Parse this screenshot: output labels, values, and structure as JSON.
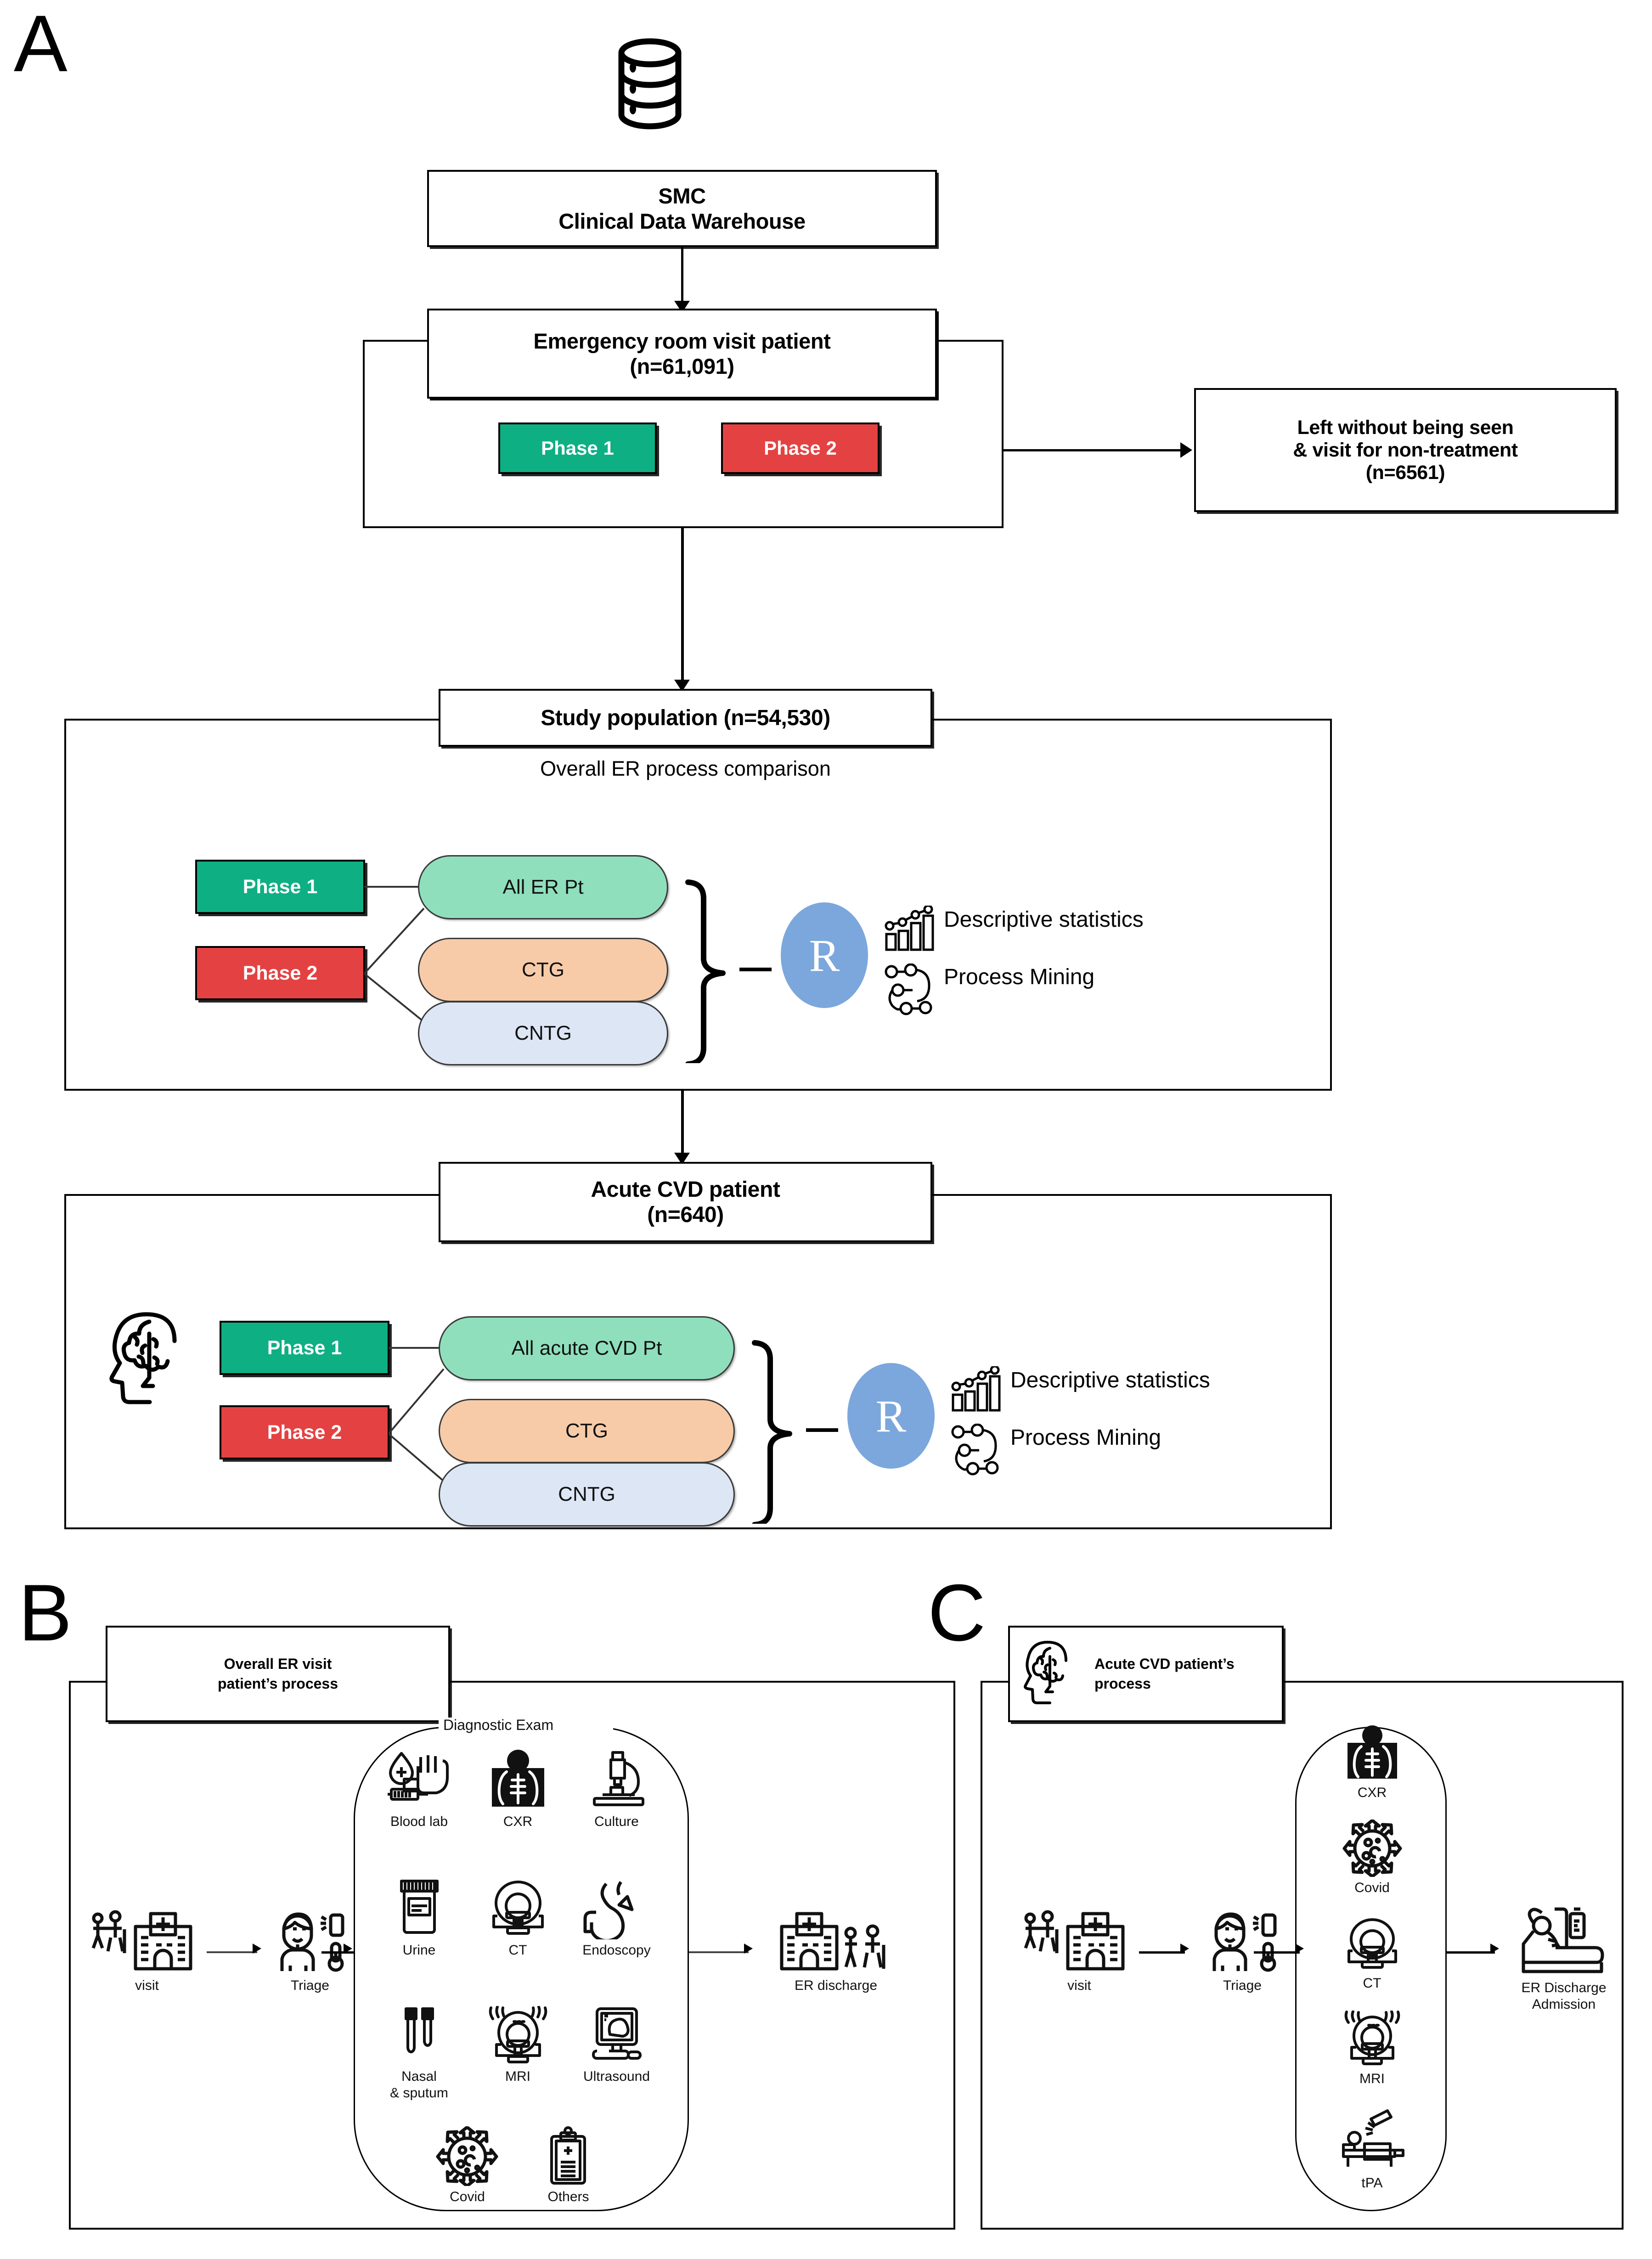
{
  "panels": {
    "a": {
      "letter": "A"
    },
    "b": {
      "letter": "B",
      "header": "Overall ER visit\npatient's process",
      "header_line1": "Overall ER visit",
      "header_line2": "patient’s process",
      "section_title": "Diagnostic Exam"
    },
    "c": {
      "letter": "C",
      "header_line1": "Acute CVD patient’s",
      "header_line2": "process"
    }
  },
  "flow": {
    "source": {
      "line1": "SMC",
      "line2": "Clinical Data Warehouse",
      "icon": "database-icon"
    },
    "er_visit": {
      "line1": "Emergency room visit patient",
      "line2": "(n=61,091)"
    },
    "excluded": {
      "line1": "Left without being seen",
      "line2": "& visit for non-treatment",
      "line3": "(n=6561)"
    },
    "study_population": {
      "title": "Study population (n=54,530)",
      "subtitle": "Overall ER process comparison"
    },
    "acute_cvd": {
      "line1": "Acute CVD patient",
      "line2": "(n=640)"
    }
  },
  "phases": {
    "phase1": {
      "label": "Phase 1",
      "color": "#0FAF84"
    },
    "phase2": {
      "label": "Phase 2",
      "color": "#E44242"
    }
  },
  "groups_overall": [
    {
      "label": "All ER Pt",
      "color": "#8FDFBD"
    },
    {
      "label": "CTG",
      "color": "#F7CBA8"
    },
    {
      "label": "CNTG",
      "color": "#DCE6F4"
    }
  ],
  "groups_cvd": [
    {
      "label": "All acute CVD Pt",
      "color": "#8FDFBD"
    },
    {
      "label": "CTG",
      "color": "#F7CBA8"
    },
    {
      "label": "CNTG",
      "color": "#DCE6F4"
    }
  ],
  "analysis": {
    "tool": "R",
    "tool_color": "#7BA7DC",
    "items": [
      {
        "label": "Descriptive statistics",
        "icon": "bar-chart-icon"
      },
      {
        "label": "Process Mining",
        "icon": "process-graph-icon"
      }
    ]
  },
  "process_b": {
    "start": [
      {
        "label": "visit",
        "icon": "hospital-visit-icon"
      },
      {
        "label": "Triage",
        "icon": "triage-nurse-icon"
      }
    ],
    "exams": [
      {
        "label": "Blood lab",
        "icon": "blood-lab-icon"
      },
      {
        "label": "CXR",
        "icon": "chest-xray-icon"
      },
      {
        "label": "Culture",
        "icon": "microscope-icon"
      },
      {
        "label": "Urine",
        "icon": "urine-cup-icon"
      },
      {
        "label": "CT",
        "icon": "ct-scanner-icon"
      },
      {
        "label": "Endoscopy",
        "icon": "endoscopy-stomach-icon"
      },
      {
        "label": "Nasal\n& sputum",
        "label_line1": "Nasal",
        "label_line2": "& sputum",
        "icon": "swab-icon"
      },
      {
        "label": "MRI",
        "icon": "mri-scanner-icon"
      },
      {
        "label": "Ultrasound",
        "icon": "ultrasound-icon"
      },
      {
        "label": "Covid",
        "icon": "virus-icon"
      },
      {
        "label": "Others",
        "icon": "clipboard-icon"
      }
    ],
    "end": {
      "label": "ER discharge",
      "icon": "hospital-discharge-icon"
    }
  },
  "process_c": {
    "start": [
      {
        "label": "visit",
        "icon": "hospital-visit-icon"
      },
      {
        "label": "Triage",
        "icon": "triage-nurse-icon"
      }
    ],
    "exams": [
      {
        "label": "CXR",
        "icon": "chest-xray-icon"
      },
      {
        "label": "Covid",
        "icon": "virus-icon"
      },
      {
        "label": "CT",
        "icon": "ct-scanner-icon"
      },
      {
        "label": "MRI",
        "icon": "mri-scanner-icon"
      },
      {
        "label": "tPA",
        "icon": "iv-bed-injection-icon"
      }
    ],
    "end": {
      "label_line1": "ER Discharge",
      "label_line2": "Admission",
      "icon": "patient-bed-iv-icon"
    }
  }
}
